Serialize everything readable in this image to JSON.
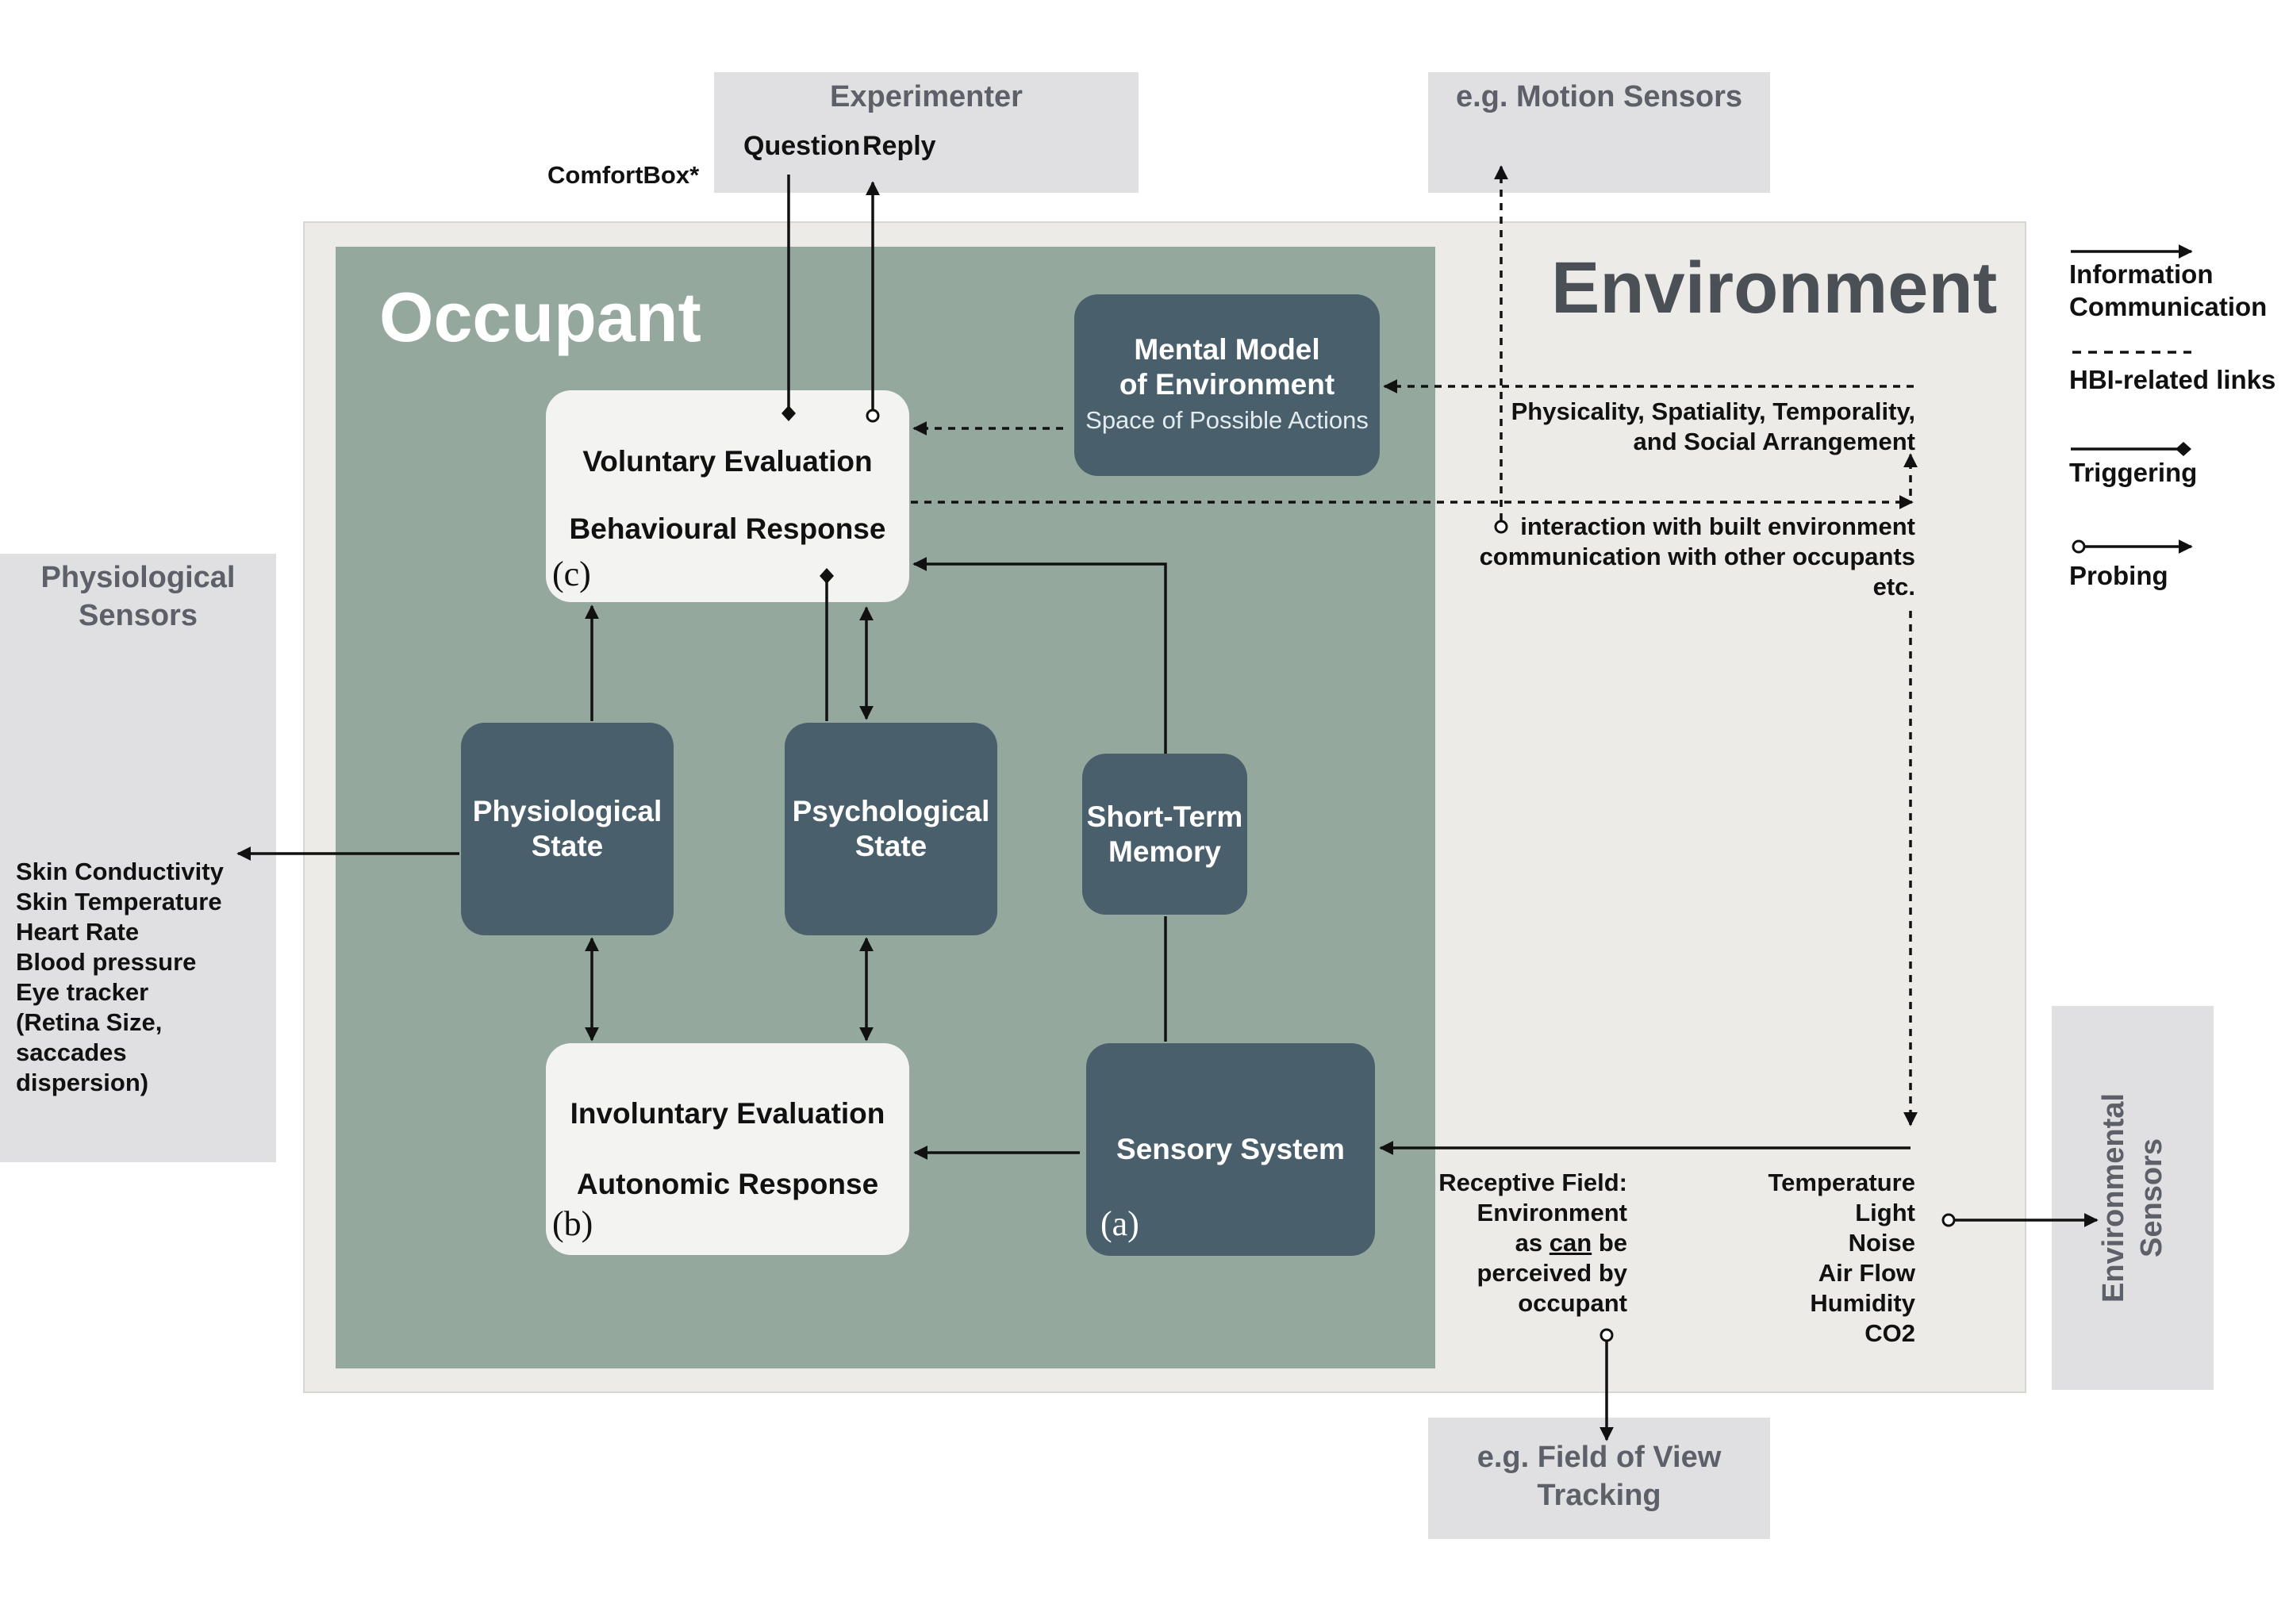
{
  "occupant_title": "Occupant",
  "environment_title": "Environment",
  "external": {
    "experimenter": "Experimenter",
    "motion_sensors": "e.g. Motion Sensors",
    "physiological_sensors": [
      "Physiological",
      "Sensors"
    ],
    "environmental_sensors": [
      "Environmental",
      "Sensors"
    ],
    "fov_tracking": [
      "e.g. Field of View",
      "Tracking"
    ]
  },
  "labels": {
    "question": "Question",
    "reply": "Reply",
    "comfortbox": "ComfortBox*"
  },
  "nodes": {
    "mental_model": {
      "line1": "Mental Model",
      "line2": "of Environment",
      "sub": "Space of Possible Actions"
    },
    "voluntary": {
      "line1": "Voluntary Evaluation",
      "line2": "Behavioural Response",
      "tag": "(c)"
    },
    "physiological_state": {
      "line1": "Physiological",
      "line2": "State"
    },
    "psychological_state": {
      "line1": "Psychological",
      "line2": "State"
    },
    "short_term_memory": {
      "line1": "Short-Term",
      "line2": "Memory"
    },
    "involuntary": {
      "line1": "Involuntary Evaluation",
      "line2": "Autonomic Response",
      "tag": "(b)"
    },
    "sensory_system": {
      "label": "Sensory System",
      "tag": "(a)"
    }
  },
  "environment_text": {
    "physicality": [
      "Physicality, Spatiality, Temporality,",
      "and Social Arrangement"
    ],
    "interaction": [
      "interaction with built environment",
      "communication with other occupants",
      "etc."
    ],
    "receptive_field": {
      "line1": "Receptive Field:",
      "line2": "Environment",
      "line3_pre": "as ",
      "line3_u": "can",
      "line3_post": " be",
      "line4": "perceived by",
      "line5": "occupant"
    },
    "env_factors": [
      "Temperature",
      "Light",
      "Noise",
      "Air Flow",
      "Humidity",
      "CO2"
    ]
  },
  "physio_measures": [
    "Skin Conductivity",
    "Skin Temperature",
    "Heart Rate",
    "Blood pressure",
    "Eye tracker",
    "(Retina Size,",
    "saccades",
    "dispersion)"
  ],
  "legend": {
    "information": [
      "Information",
      "Communication"
    ],
    "hbi": "HBI-related links",
    "triggering": "Triggering",
    "probing": "Probing"
  },
  "colors": {
    "occupant_bg": "#95a89e",
    "environment_bg": "#ecebe7",
    "dark_node": "#4a5f6c",
    "light_node": "#f3f4f1",
    "sensor_box": "#e0e0e2",
    "sensor_title": "#5d6068",
    "environment_title": "#4b4f56"
  }
}
